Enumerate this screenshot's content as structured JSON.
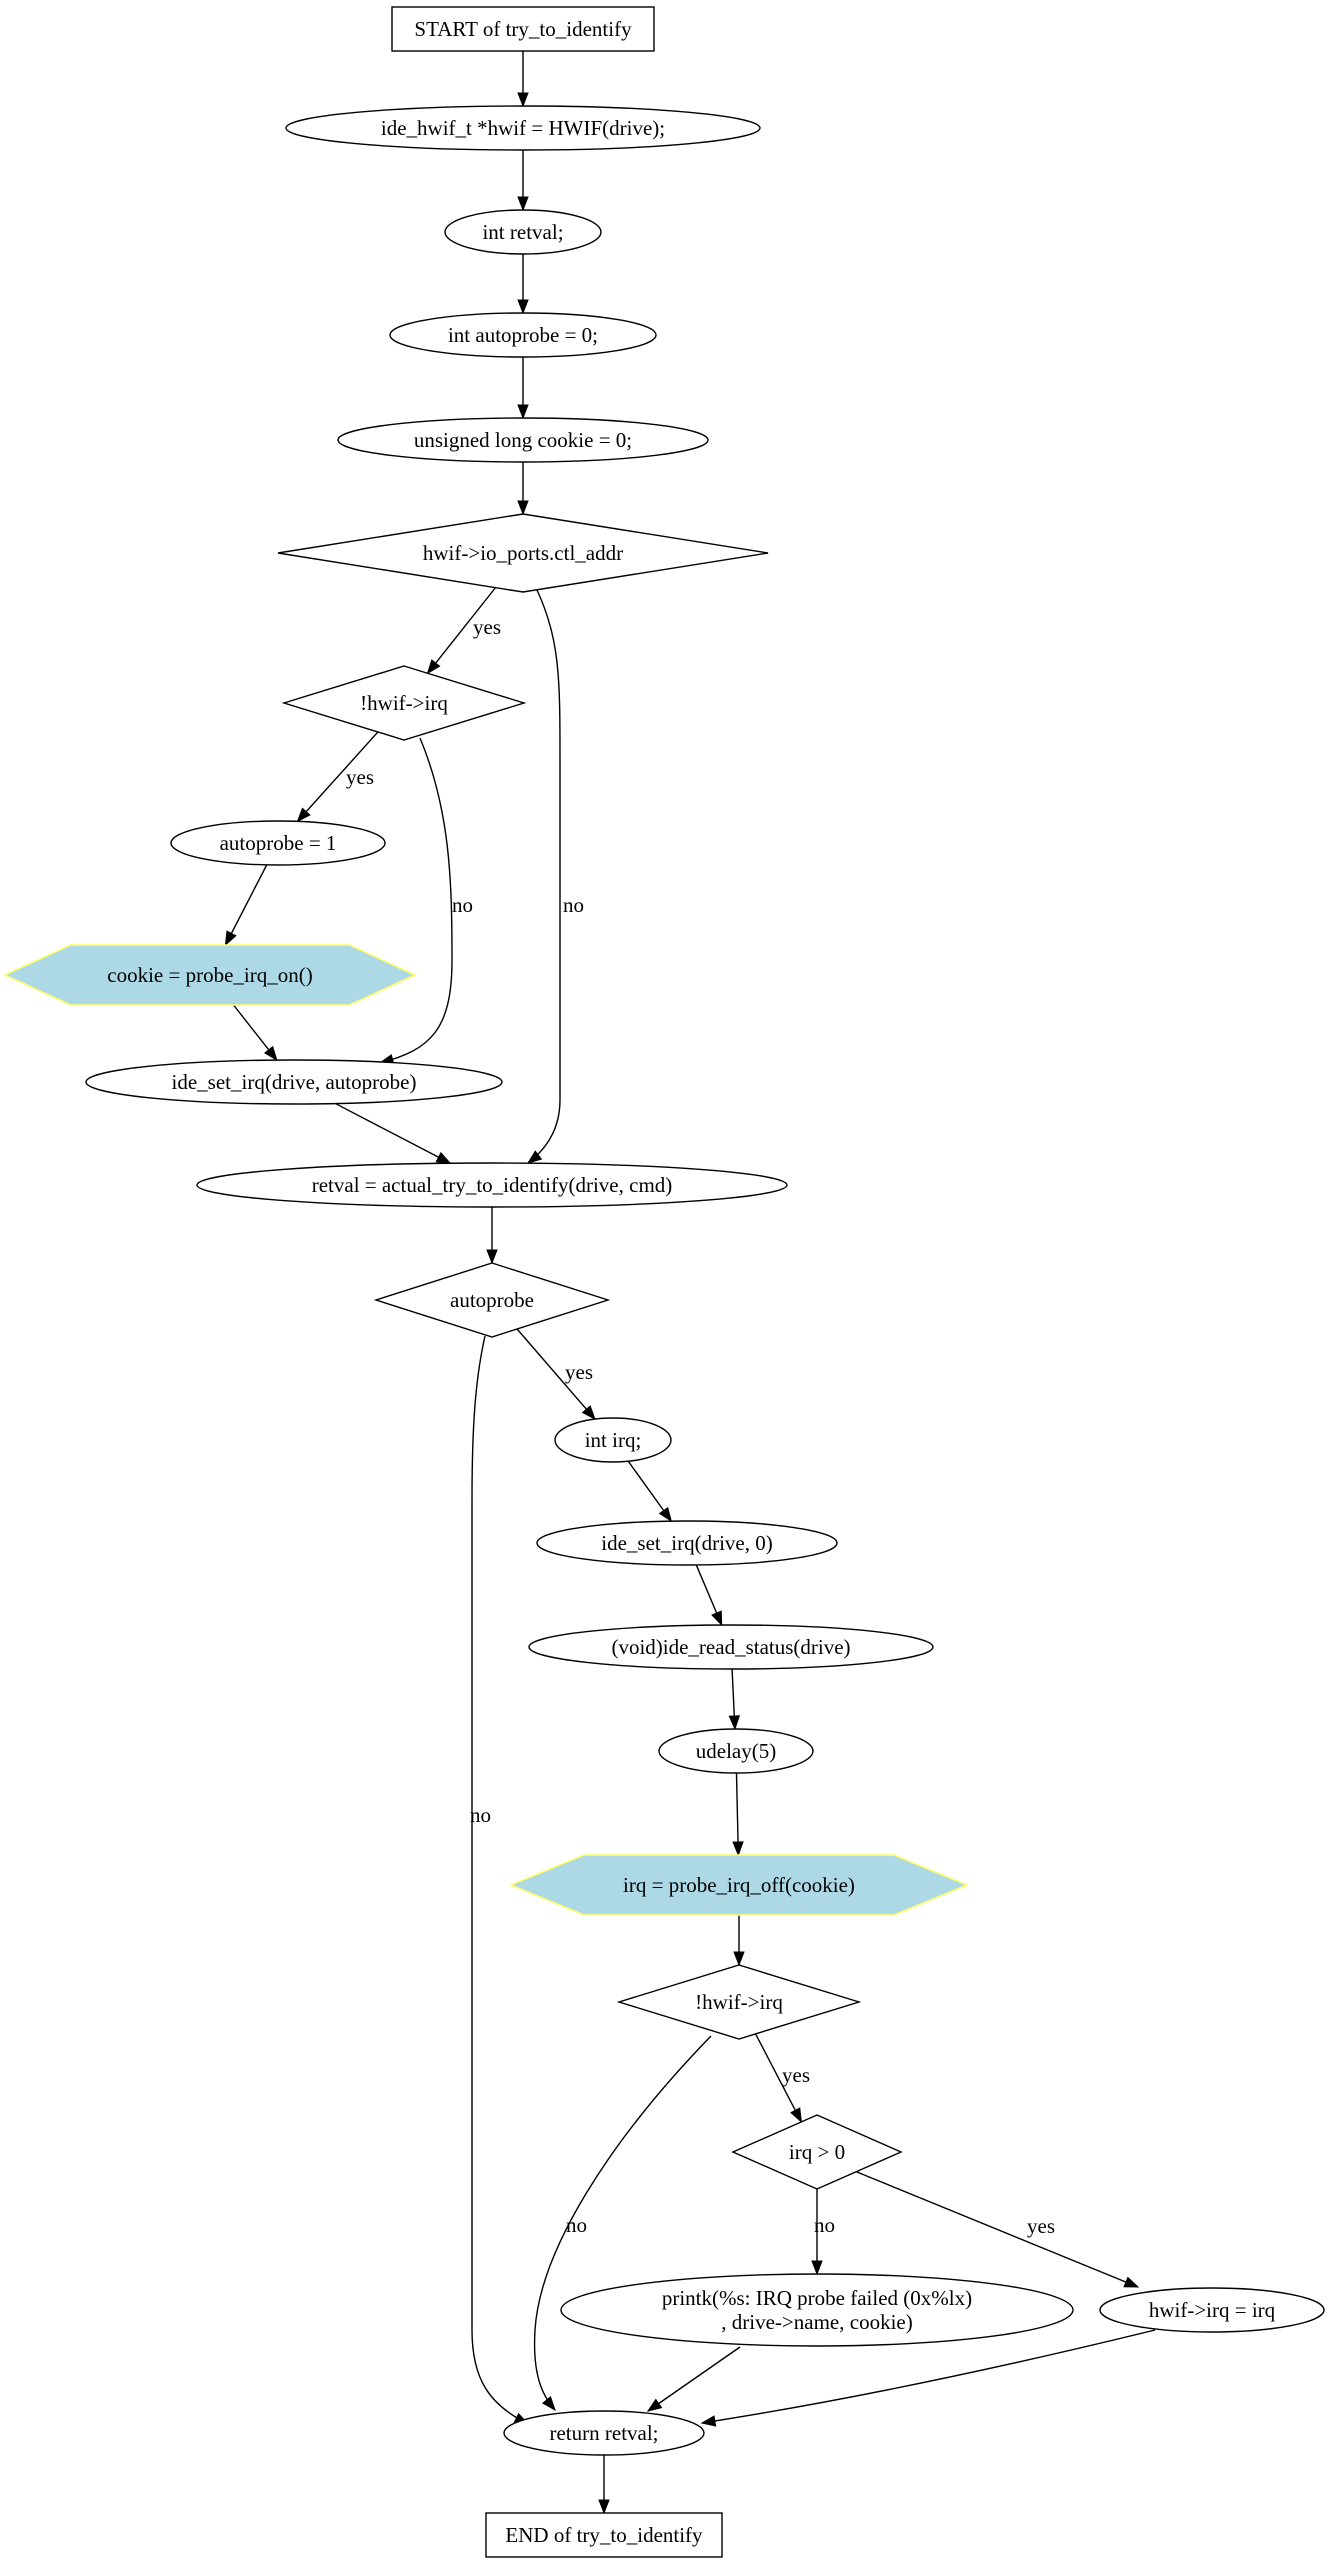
{
  "diagram": {
    "nodes": [
      {
        "id": "start",
        "shape": "box",
        "lines": [
          "START of try_to_identify"
        ]
      },
      {
        "id": "n_hwif",
        "shape": "ellipse",
        "lines": [
          "ide_hwif_t *hwif = HWIF(drive);"
        ]
      },
      {
        "id": "n_retval",
        "shape": "ellipse",
        "lines": [
          "int retval;"
        ]
      },
      {
        "id": "n_autoprobe0",
        "shape": "ellipse",
        "lines": [
          "int autoprobe = 0;"
        ]
      },
      {
        "id": "n_cookie0",
        "shape": "ellipse",
        "lines": [
          "unsigned long cookie = 0;"
        ]
      },
      {
        "id": "d_ctl",
        "shape": "diamond",
        "lines": [
          "hwif->io_ports.ctl_addr"
        ]
      },
      {
        "id": "d_irq1",
        "shape": "diamond",
        "lines": [
          "!hwif->irq"
        ]
      },
      {
        "id": "n_ap1",
        "shape": "ellipse",
        "lines": [
          "autoprobe = 1"
        ]
      },
      {
        "id": "h_on",
        "shape": "hexagon",
        "lines": [
          "cookie = probe_irq_on()"
        ]
      },
      {
        "id": "n_setirq1",
        "shape": "ellipse",
        "lines": [
          "ide_set_irq(drive, autoprobe)"
        ]
      },
      {
        "id": "n_actual",
        "shape": "ellipse",
        "lines": [
          "retval = actual_try_to_identify(drive, cmd)"
        ]
      },
      {
        "id": "d_autoprobe",
        "shape": "diamond",
        "lines": [
          "autoprobe"
        ]
      },
      {
        "id": "n_intirq",
        "shape": "ellipse",
        "lines": [
          "int irq;"
        ]
      },
      {
        "id": "n_setirq0",
        "shape": "ellipse",
        "lines": [
          "ide_set_irq(drive, 0)"
        ]
      },
      {
        "id": "n_readstatus",
        "shape": "ellipse",
        "lines": [
          "(void)ide_read_status(drive)"
        ]
      },
      {
        "id": "n_udelay",
        "shape": "ellipse",
        "lines": [
          "udelay(5)"
        ]
      },
      {
        "id": "h_off",
        "shape": "hexagon",
        "lines": [
          "irq = probe_irq_off(cookie)"
        ]
      },
      {
        "id": "d_irq2",
        "shape": "diamond",
        "lines": [
          "!hwif->irq"
        ]
      },
      {
        "id": "d_irqgt0",
        "shape": "diamond",
        "lines": [
          "irq > 0"
        ]
      },
      {
        "id": "n_printk",
        "shape": "ellipse",
        "lines": [
          "printk(%s: IRQ probe failed (0x%lx)",
          ", drive->name, cookie)"
        ]
      },
      {
        "id": "n_assign",
        "shape": "ellipse",
        "lines": [
          "hwif->irq = irq"
        ]
      },
      {
        "id": "n_return",
        "shape": "ellipse",
        "lines": [
          "return retval;"
        ]
      },
      {
        "id": "end",
        "shape": "box",
        "lines": [
          "END of try_to_identify"
        ]
      }
    ],
    "edges": [
      {
        "from": "start",
        "to": "n_hwif",
        "label": ""
      },
      {
        "from": "n_hwif",
        "to": "n_retval",
        "label": ""
      },
      {
        "from": "n_retval",
        "to": "n_autoprobe0",
        "label": ""
      },
      {
        "from": "n_autoprobe0",
        "to": "n_cookie0",
        "label": ""
      },
      {
        "from": "n_cookie0",
        "to": "d_ctl",
        "label": ""
      },
      {
        "from": "d_ctl",
        "to": "d_irq1",
        "label": "yes"
      },
      {
        "from": "d_ctl",
        "to": "n_actual",
        "label": "no"
      },
      {
        "from": "d_irq1",
        "to": "n_ap1",
        "label": "yes"
      },
      {
        "from": "d_irq1",
        "to": "n_setirq1",
        "label": "no"
      },
      {
        "from": "n_ap1",
        "to": "h_on",
        "label": ""
      },
      {
        "from": "h_on",
        "to": "n_setirq1",
        "label": ""
      },
      {
        "from": "n_setirq1",
        "to": "n_actual",
        "label": ""
      },
      {
        "from": "n_actual",
        "to": "d_autoprobe",
        "label": ""
      },
      {
        "from": "d_autoprobe",
        "to": "n_intirq",
        "label": "yes"
      },
      {
        "from": "d_autoprobe",
        "to": "n_return",
        "label": "no"
      },
      {
        "from": "n_intirq",
        "to": "n_setirq0",
        "label": ""
      },
      {
        "from": "n_setirq0",
        "to": "n_readstatus",
        "label": ""
      },
      {
        "from": "n_readstatus",
        "to": "n_udelay",
        "label": ""
      },
      {
        "from": "n_udelay",
        "to": "h_off",
        "label": ""
      },
      {
        "from": "h_off",
        "to": "d_irq2",
        "label": ""
      },
      {
        "from": "d_irq2",
        "to": "d_irqgt0",
        "label": "yes"
      },
      {
        "from": "d_irq2",
        "to": "n_return",
        "label": "no"
      },
      {
        "from": "d_irqgt0",
        "to": "n_printk",
        "label": "no"
      },
      {
        "from": "d_irqgt0",
        "to": "n_assign",
        "label": "yes"
      },
      {
        "from": "n_printk",
        "to": "n_return",
        "label": ""
      },
      {
        "from": "n_assign",
        "to": "n_return",
        "label": ""
      },
      {
        "from": "n_return",
        "to": "end",
        "label": ""
      }
    ]
  }
}
